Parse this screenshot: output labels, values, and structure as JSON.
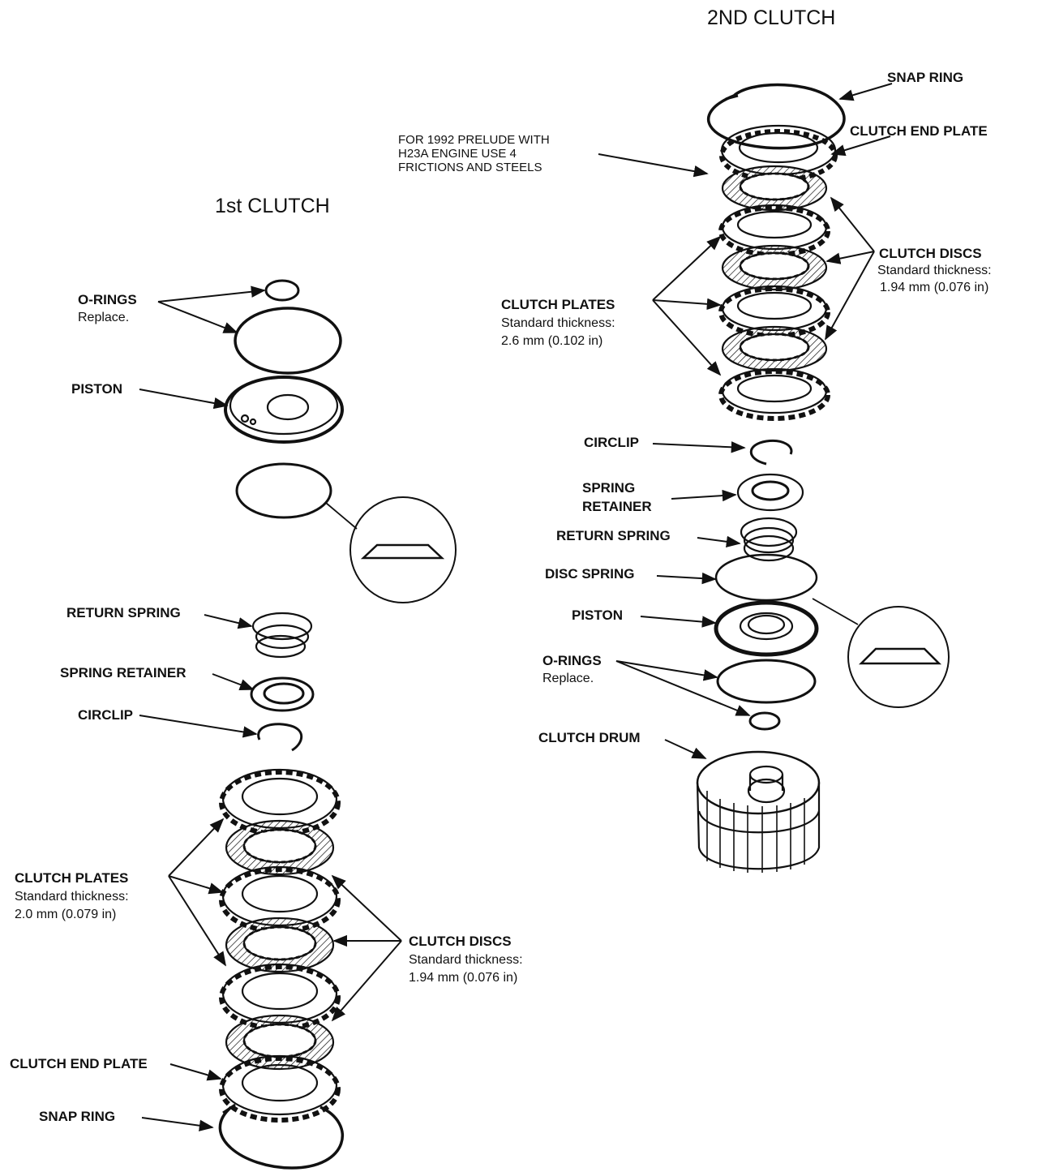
{
  "second_clutch": {
    "title": "2ND CLUTCH",
    "note": {
      "line1": "FOR 1992 PRELUDE WITH",
      "line2": "H23A ENGINE USE 4",
      "line3": "FRICTIONS AND STEELS"
    },
    "snap_ring": "SNAP RING",
    "clutch_end_plate": "CLUTCH END PLATE",
    "clutch_discs": {
      "label": "CLUTCH DISCS",
      "spec_line1": "Standard thickness:",
      "spec_line2": "1.94 mm (0.076 in)"
    },
    "clutch_plates": {
      "label": "CLUTCH PLATES",
      "spec_line1": "Standard thickness:",
      "spec_line2": "2.6 mm (0.102 in)"
    },
    "circlip": "CIRCLIP",
    "spring_retainer_line1": "SPRING",
    "spring_retainer_line2": "RETAINER",
    "return_spring": "RETURN SPRING",
    "disc_spring": "DISC SPRING",
    "piston": "PISTON",
    "o_rings": "O-RINGS",
    "o_rings_note": "Replace.",
    "clutch_drum": "CLUTCH DRUM"
  },
  "first_clutch": {
    "title": "1st CLUTCH",
    "o_rings": "O-RINGS",
    "o_rings_note": "Replace.",
    "piston": "PISTON",
    "return_spring": "RETURN SPRING",
    "spring_retainer": "SPRING RETAINER",
    "circlip": "CIRCLIP",
    "clutch_plates": {
      "label": "CLUTCH PLATES",
      "spec_line1": "Standard thickness:",
      "spec_line2": "2.0 mm (0.079 in)"
    },
    "clutch_discs": {
      "label": "CLUTCH DISCS",
      "spec_line1": "Standard thickness:",
      "spec_line2": "1.94 mm (0.076 in)"
    },
    "clutch_end_plate": "CLUTCH END PLATE",
    "snap_ring": "SNAP RING"
  },
  "colors": {
    "ink": "#111111",
    "background": "#ffffff"
  }
}
